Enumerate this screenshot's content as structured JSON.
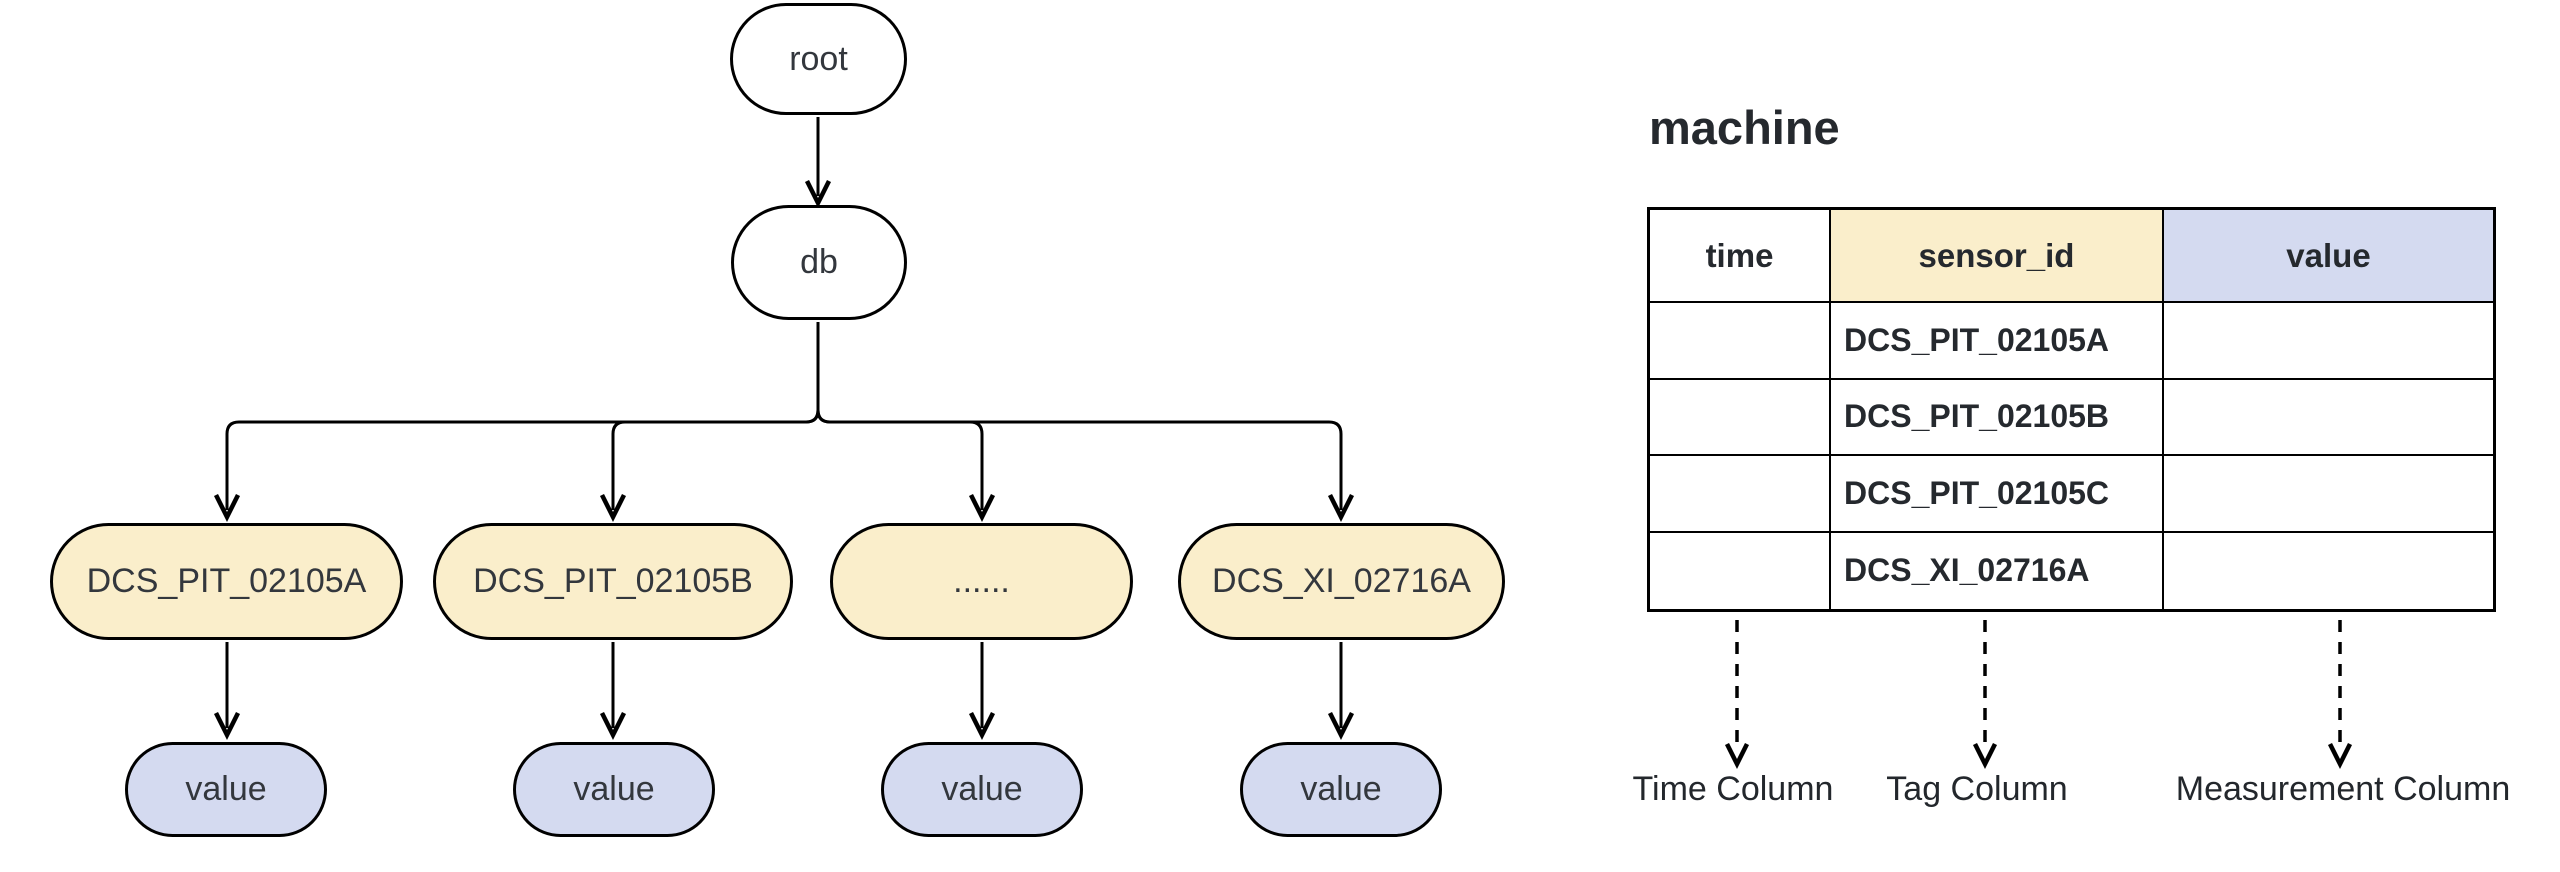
{
  "diagram": {
    "root_label": "root",
    "db_label": "db",
    "sensors": [
      "DCS_PIT_02105A",
      "DCS_PIT_02105B",
      "......",
      "DCS_XI_02716A"
    ],
    "values": [
      "value",
      "value",
      "value",
      "value"
    ],
    "colors": {
      "sensor_fill": "#faeecb",
      "value_fill": "#d4daf0",
      "stroke": "#000000",
      "text": "#33373d"
    }
  },
  "table": {
    "title": "machine",
    "columns": [
      {
        "label": "time",
        "fill": "#ffffff"
      },
      {
        "label": "sensor_id",
        "fill": "#faeecb"
      },
      {
        "label": "value",
        "fill": "#d4daf0"
      }
    ],
    "rows": [
      [
        "",
        "DCS_PIT_02105A",
        ""
      ],
      [
        "",
        "DCS_PIT_02105B",
        ""
      ],
      [
        "",
        "DCS_PIT_02105C",
        ""
      ],
      [
        "",
        "DCS_XI_02716A",
        ""
      ]
    ],
    "annotations": [
      {
        "label": "Time Column"
      },
      {
        "label": "Tag Column"
      },
      {
        "label": "Measurement Column"
      }
    ]
  }
}
